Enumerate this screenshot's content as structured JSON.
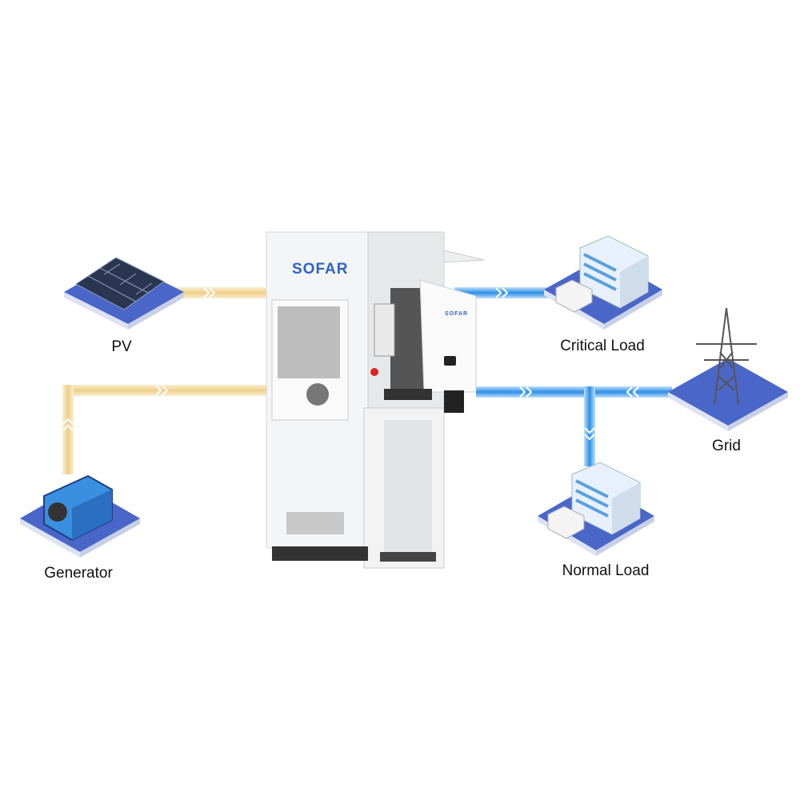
{
  "nodes": {
    "pv": {
      "label": "PV"
    },
    "generator": {
      "label": "Generator"
    },
    "critical_load": {
      "label": "Critical Load"
    },
    "grid": {
      "label": "Grid"
    },
    "normal_load": {
      "label": "Normal Load"
    }
  },
  "cabinet": {
    "brand": "SOFAR"
  },
  "inverter": {
    "brand": "SOFAR"
  },
  "colors": {
    "dc_flow": "#f2d9a0",
    "ac_flow": "#3d9be9",
    "platform": "#4b66c9",
    "brand": "#2f63c9"
  }
}
